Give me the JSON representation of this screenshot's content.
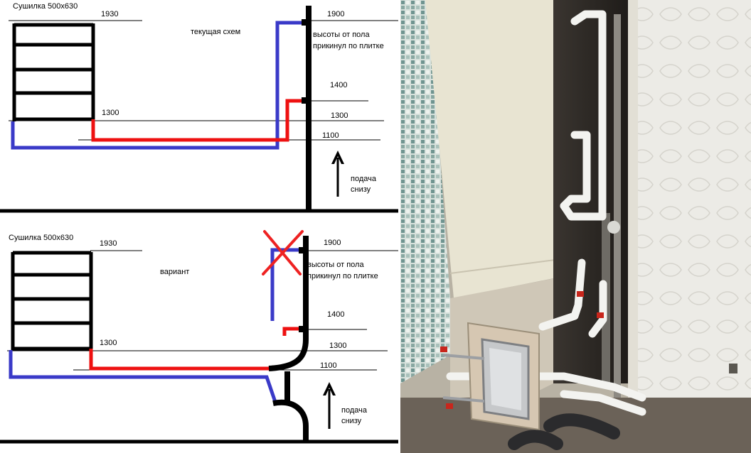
{
  "panel_top": {
    "title": "Сушилка 500х630",
    "caption": "текущая схем",
    "level_1930": "1930",
    "level_1300_left": "1300",
    "level_1900": "1900",
    "level_1400": "1400",
    "level_1300_right": "1300",
    "level_1100": "1100",
    "note_line1": "высоты от пола",
    "note_line2": "прикинул по плитке",
    "feed_line1": "подача",
    "feed_line2": "снизу"
  },
  "panel_bottom": {
    "title": "Сушилка 500х630",
    "caption": "вариант",
    "level_1930": "1930",
    "level_1300_left": "1300",
    "level_1900": "1900",
    "level_1400": "1400",
    "level_1300_right": "1300",
    "level_1100": "1100",
    "note_line1": "высоты от пола",
    "note_line2": "прикинул по плитке",
    "feed_line1": "подача",
    "feed_line2": "снизу"
  },
  "colors": {
    "hot_pipe": "#ee1111",
    "cold_pipe": "#3a3ac8",
    "riser": "#000000",
    "cross_mark": "#ee2222"
  }
}
